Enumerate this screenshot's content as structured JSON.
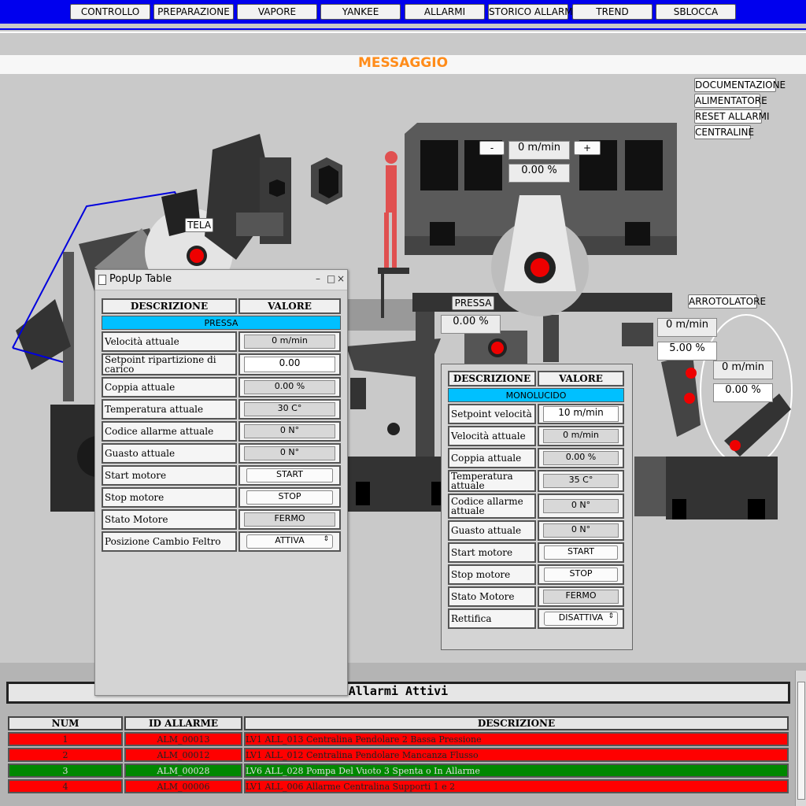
{
  "nav": {
    "buttons": [
      "CONTROLLO",
      "PREPARAZIONE",
      "VAPORE",
      "YANKEE",
      "ALLARMI",
      "STORICO ALLARMI",
      "TREND",
      "SBLOCCA"
    ]
  },
  "message": {
    "title": "MESSAGGIO"
  },
  "side_buttons": [
    "DOCUMENTAZIONE",
    "ALIMENTATORE",
    "RESET ALLARMI",
    "CENTRALINE"
  ],
  "machine": {
    "tela_label": "TELA",
    "pressa_label": "PRESSA",
    "arrotolatore_label": "ARROTOLATORE",
    "yankee": {
      "minus": "-",
      "plus": "+",
      "speed": "0 m/min",
      "percent": "0.00 %"
    },
    "pressa_percent": "0.00 %",
    "arrotolatore": {
      "speed1": "0 m/min",
      "pct1": "5.00 %",
      "speed2": "0 m/min",
      "pct2": "0.00 %"
    }
  },
  "popup": {
    "title": "PopUp Table",
    "header": {
      "col1": "DESCRIZIONE",
      "col2": "VALORE"
    },
    "section": "PRESSA",
    "rows": [
      {
        "label": "Velocità attuale",
        "value": "0 m/min"
      },
      {
        "label": "Setpoint ripartizione di carico",
        "value": "0.00"
      },
      {
        "label": "Coppia attuale",
        "value": "0.00 %"
      },
      {
        "label": "Temperatura attuale",
        "value": "30 C°"
      },
      {
        "label": "Codice allarme attuale",
        "value": "0 N°"
      },
      {
        "label": "Guasto attuale",
        "value": "0 N°"
      },
      {
        "label": "Start motore",
        "value": "START"
      },
      {
        "label": "Stop motore",
        "value": "STOP"
      },
      {
        "label": "Stato Motore",
        "value": "FERMO"
      },
      {
        "label": "Posizione Cambio Feltro",
        "value": "ATTIVA"
      }
    ]
  },
  "panel2": {
    "header": {
      "col1": "DESCRIZIONE",
      "col2": "VALORE"
    },
    "section": "MONOLUCIDO",
    "rows": [
      {
        "label": "Setpoint velocità",
        "value": "10 m/min"
      },
      {
        "label": "Velocità attuale",
        "value": "0 m/min"
      },
      {
        "label": "Coppia attuale",
        "value": "0.00 %"
      },
      {
        "label": "Temperatura attuale",
        "value": "35 C°"
      },
      {
        "label": "Codice allarme attuale",
        "value": "0 N°"
      },
      {
        "label": "Guasto attuale",
        "value": "0 N°"
      },
      {
        "label": "Start motore",
        "value": "START"
      },
      {
        "label": "Stop motore",
        "value": "STOP"
      },
      {
        "label": "Stato Motore",
        "value": "FERMO"
      },
      {
        "label": "Rettifica",
        "value": "DISATTIVA"
      }
    ]
  },
  "alarms": {
    "title": "Allarmi Attivi",
    "columns": [
      "NUM",
      "ID ALLARME",
      "DESCRIZIONE"
    ],
    "rows": [
      {
        "num": "1",
        "id": "ALM_00013",
        "desc": "LV1 ALL_013 Centralina Pendolare 2 Bassa Pressione",
        "color": "#ff0000"
      },
      {
        "num": "2",
        "id": "ALM_00012",
        "desc": "LV1 ALL_012 Centralina Pendolare Mancanza Flusso",
        "color": "#ff0000"
      },
      {
        "num": "3",
        "id": "ALM_00028",
        "desc": "LV6 ALL_028 Pompa Del Vuoto 3 Spenta o In Allarme",
        "color": "#008800"
      },
      {
        "num": "4",
        "id": "ALM_00006",
        "desc": "LV1 ALL_006 Allarme Centralina Supporti 1 e 2",
        "color": "#ff0000"
      }
    ]
  },
  "colors": {
    "nav_blue": "#0000ee",
    "message_orange": "#ff8c1a",
    "section_cyan": "#00c0ff",
    "alarm_red": "#ff0000",
    "alarm_green": "#008800"
  }
}
